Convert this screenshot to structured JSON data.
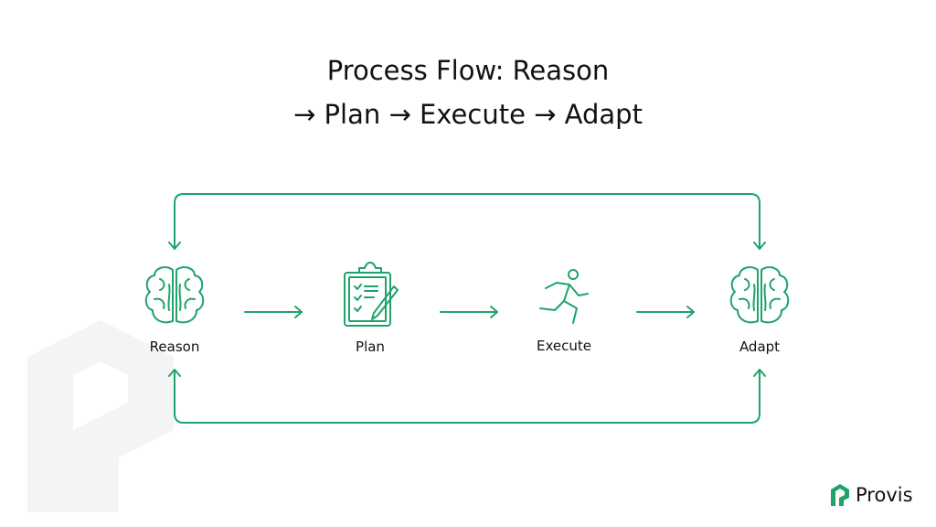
{
  "title": {
    "line1": "Process Flow: Reason",
    "line2": "→ Plan → Execute → Adapt"
  },
  "steps": [
    {
      "label": "Reason",
      "icon": "brain-icon"
    },
    {
      "label": "Plan",
      "icon": "clipboard-checklist-icon"
    },
    {
      "label": "Execute",
      "icon": "running-person-icon"
    },
    {
      "label": "Adapt",
      "icon": "brain-icon"
    }
  ],
  "brand": {
    "name": "Provis",
    "icon": "provis-logo-icon"
  },
  "colors": {
    "accent": "#1fa36b",
    "text": "#111111"
  }
}
